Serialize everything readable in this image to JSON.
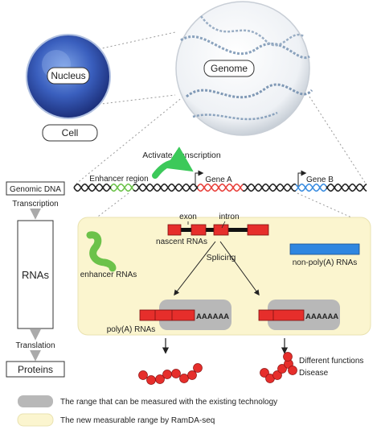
{
  "labels": {
    "nucleus": "Nucleus",
    "genome": "Genome",
    "cell": "Cell",
    "activate": "Activate transcription",
    "genomic_dna": "Genomic DNA",
    "transcription": "Transcription",
    "enhancer_region": "Enhancer region",
    "gene_a": "Gene A",
    "gene_b": "Gene B",
    "rnas": "RNAs",
    "exon": "exon",
    "intron": "intron",
    "nascent": "nascent RNAs",
    "nonpoly": "non-poly(A) RNAs",
    "enhancer_rnas": "enhancer RNAs",
    "splicing": "Splicing",
    "polya": "poly(A) RNAs",
    "tail_left": "AAAAAA",
    "tail_right": "AAAAAA",
    "translation": "Translation",
    "proteins": "Proteins",
    "different_functions": "Different functions",
    "disease": "Disease"
  },
  "legend": {
    "existing": "The range that can be measured with the existing technology",
    "new": "The new measurable range by RamDA-seq"
  },
  "colors": {
    "dna": "#222222",
    "enhancer": "#6cc24a",
    "gene_a": "#e8413c",
    "gene_b": "#3b8de0",
    "exon": "#e62e2b",
    "highlight": "#fbf5cf",
    "gray": "#b8b8b8",
    "nonpoly": "#2f86e0",
    "arrow_green": "#3cc95a",
    "protein": "#e62e2b"
  }
}
